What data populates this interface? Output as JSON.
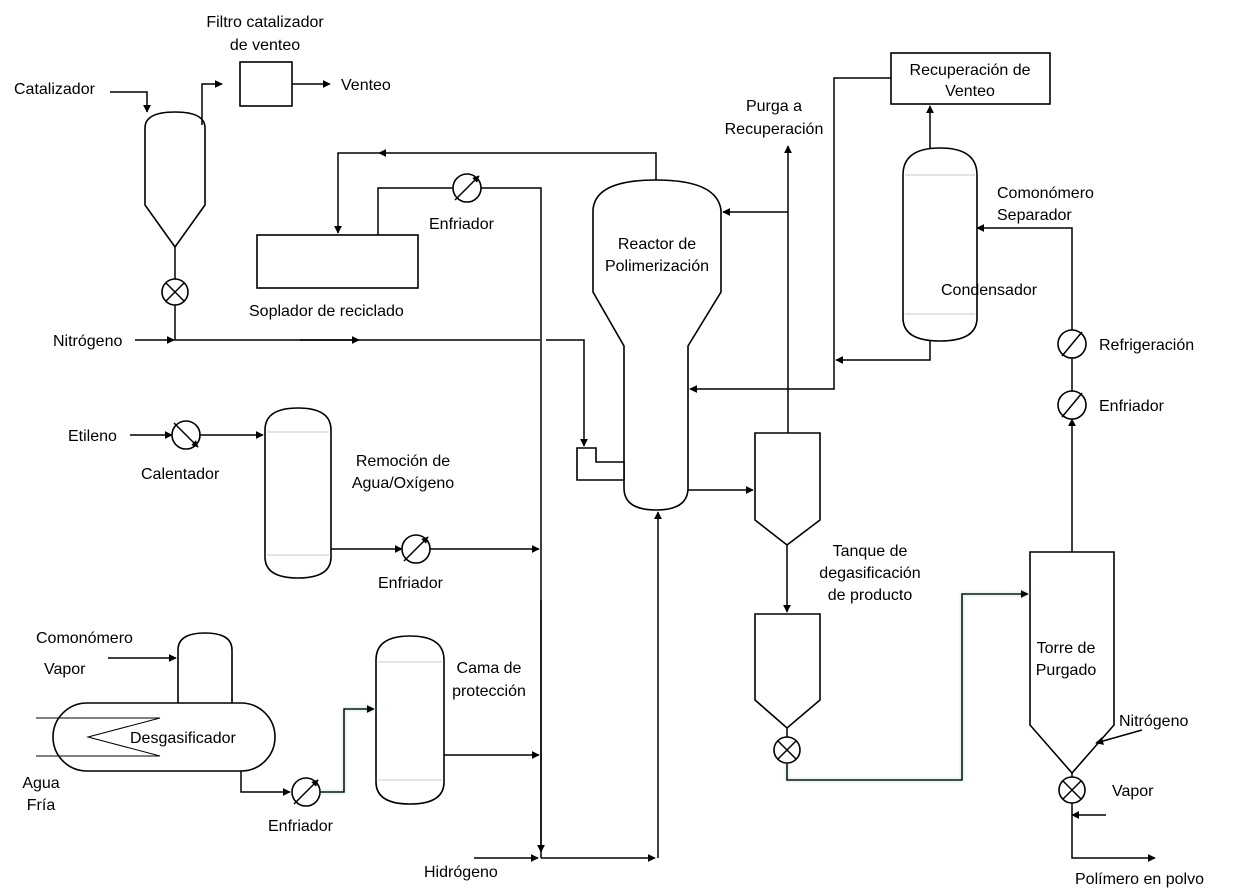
{
  "diagram": {
    "labels": {
      "filtro_line1": "Filtro catalizador",
      "filtro_line2": "de venteo",
      "catalizador": "Catalizador",
      "venteo": "Venteo",
      "recuperacion_venteo_line1": "Recuperación de",
      "recuperacion_venteo_line2": "Venteo",
      "purga_line1": "Purga a",
      "purga_line2": "Recuperación",
      "comonomero_separador_line1": "Comonómero",
      "comonomero_separador_line2": "Separador",
      "enfriador_soplador": "Enfriador",
      "reactor_line1": "Reactor de",
      "reactor_line2": "Polimerización",
      "condensador": "Condensador",
      "soplador": "Soplador de reciclado",
      "nitrogeno_left": "Nitrógeno",
      "refrigeracion": "Refrigeración",
      "enfriador_right": "Enfriador",
      "etileno": "Etileno",
      "calentador": "Calentador",
      "remocion_line1": "Remoción de",
      "remocion_line2": "Agua/Oxígeno",
      "enfriador_remocion": "Enfriador",
      "tanque_line1": "Tanque de",
      "tanque_line2": "degasificación",
      "tanque_line3": "de producto",
      "comonomero_left": "Comonómero",
      "vapor_left": "Vapor",
      "cama_line1": "Cama de",
      "cama_line2": "protección",
      "torre_line1": "Torre de",
      "torre_line2": "Purgado",
      "desgasificador": "Desgasificador",
      "nitrogeno_right": "Nitrógeno",
      "agua_line1": "Agua",
      "agua_line2": "Fría",
      "vapor_right": "Vapor",
      "enfriador_bottom": "Enfriador",
      "hidrogeno": "Hidrógeno",
      "polimero": "Polímero en polvo"
    }
  }
}
